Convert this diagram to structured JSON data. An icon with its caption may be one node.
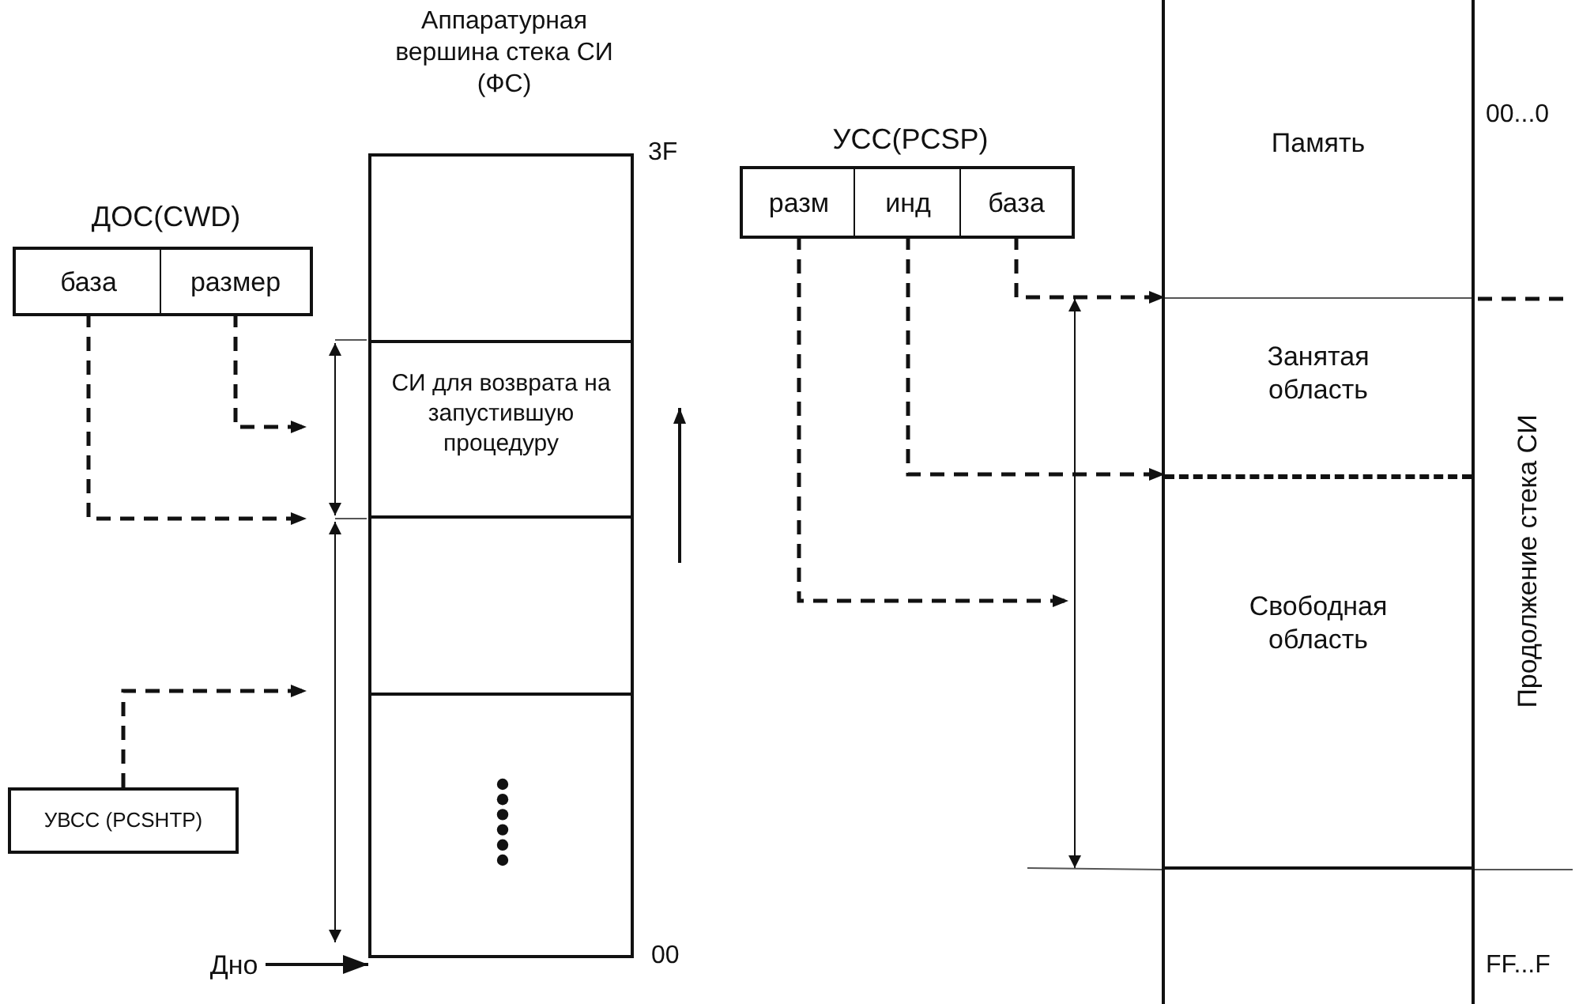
{
  "diagram": {
    "nodes": [
      {
        "text": [
          "ДОС(CWD)"
        ]
      },
      {
        "text": [
          "база"
        ],
        "in": 0
      },
      {
        "text": [
          "размер"
        ],
        "in": 0
      },
      {
        "text": [
          "Аппаратурная вершина стека СИ (ФС)"
        ]
      },
      {
        "text": [],
        "shape": "box",
        "in": 3
      },
      {
        "text": [
          "СИ для возврата на запустившую процедуру"
        ],
        "in": 3
      },
      {
        "text": [],
        "shape": "box",
        "in": 3
      },
      {
        "text": [],
        "shape": "box",
        "in": 3
      },
      {
        "text": [
          "УВСС (PCSHTP)"
        ]
      },
      {
        "text": [
          "Дно"
        ]
      },
      {
        "text": [
          "УСС(PCSP)"
        ]
      },
      {
        "text": [
          "разм"
        ],
        "in": 10
      },
      {
        "text": [
          "инд"
        ],
        "in": 10
      },
      {
        "text": [
          "база"
        ],
        "in": 10
      },
      {
        "text": [
          "Память"
        ]
      },
      {
        "text": [
          "Занятая область"
        ],
        "in": 14
      },
      {
        "text": [
          "Свободная область"
        ],
        "in": 14
      }
    ],
    "edges": [
      {
        "from": 1,
        "to": null,
        "arrow": "to",
        "style": "dashed"
      },
      {
        "from": 2,
        "to": null,
        "arrow": "to",
        "style": "dashed"
      },
      {
        "from": 8,
        "to": null,
        "arrow": "to",
        "style": "dashed"
      },
      {
        "from": 9,
        "to": 3,
        "arrow": "to"
      },
      {
        "from": 13,
        "to": 15,
        "arrow": "to",
        "style": "dashed"
      },
      {
        "from": 12,
        "to": 16,
        "arrow": "to",
        "style": "dashed"
      },
      {
        "from": 11,
        "to": null,
        "arrow": "to",
        "style": "dashed"
      }
    ],
    "labels": [
      "00...0",
      "3F",
      "Продолжение стека СИ",
      "00",
      "FF...F"
    ]
  }
}
